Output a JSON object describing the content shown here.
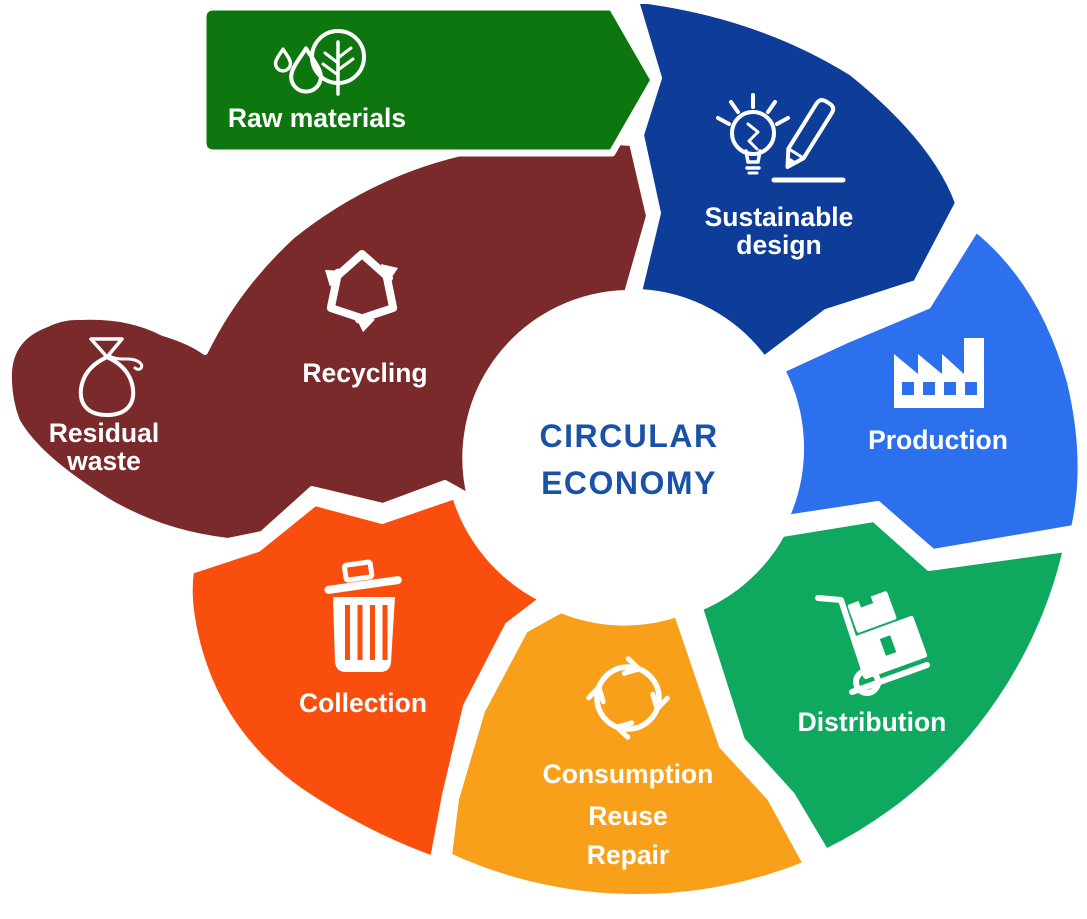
{
  "title": {
    "line1": "CIRCULAR",
    "line2": "ECONOMY",
    "color": "#1a52a8"
  },
  "segments": {
    "raw_materials": {
      "label": "Raw materials",
      "color": "#0e760e",
      "icon": "droplets-and-tree-icon"
    },
    "sustainable_design": {
      "line1": "Sustainable",
      "line2": "design",
      "color": "#0d3d99",
      "icon": "lightbulb-and-pencil-icon"
    },
    "production": {
      "label": "Production",
      "color": "#2c70ee",
      "icon": "factory-icon"
    },
    "distribution": {
      "label": "Distribution",
      "color": "#0ea85e",
      "icon": "hand-truck-icon"
    },
    "consumption": {
      "line1": "Consumption",
      "line2": "Reuse",
      "line3": "Repair",
      "color": "#f9a01b",
      "icon": "circular-arrows-icon"
    },
    "collection": {
      "label": "Collection",
      "color": "#f94e0d",
      "icon": "trash-can-icon"
    },
    "recycling": {
      "label": "Recycling",
      "color": "#7b2a2c",
      "icon": "recycling-arrows-icon"
    },
    "residual_waste": {
      "line1": "Residual",
      "line2": "waste",
      "color": "#7b2a2c",
      "icon": "waste-bag-icon"
    }
  }
}
